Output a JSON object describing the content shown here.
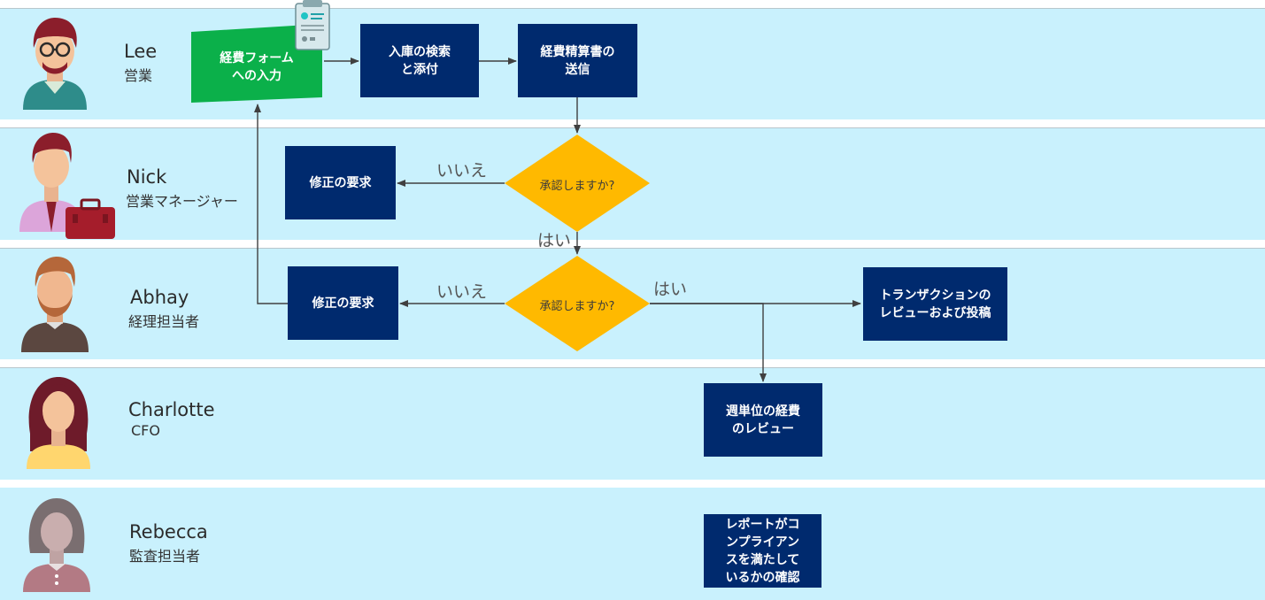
{
  "lanes": [
    {
      "name": "Lee",
      "role": "営業"
    },
    {
      "name": "Nick",
      "role": "営業マネージャー"
    },
    {
      "name": "Abhay",
      "role": "経理担当者"
    },
    {
      "name": "Charlotte",
      "role": "CFO"
    },
    {
      "name": "Rebecca",
      "role": "監査担当者"
    }
  ],
  "nodes": {
    "expense_form": "経費フォーム\nへの入力",
    "search_attach": "入庫の検索\nと添付",
    "send_report": "経費精算書の\n送信",
    "approve_nick": "承認しますか?",
    "request_fix_nick": "修正の要求",
    "approve_abhay": "承認しますか?",
    "request_fix_abhay": "修正の要求",
    "review_post": "トランザクションの\nレビューおよび投稿",
    "weekly_review": "週単位の経費\nのレビュー",
    "compliance_check": "レポートがコ\nンプライアン\nスを満たして\nいるかの確認"
  },
  "edge_labels": {
    "no_nick": "いいえ",
    "yes_nick": "はい",
    "no_abhay": "いいえ",
    "yes_abhay": "はい"
  },
  "colors": {
    "lane_bg": "#c9f1fd",
    "process_box": "#002a6e",
    "start_box": "#0bb04a",
    "decision": "#ffb900"
  }
}
